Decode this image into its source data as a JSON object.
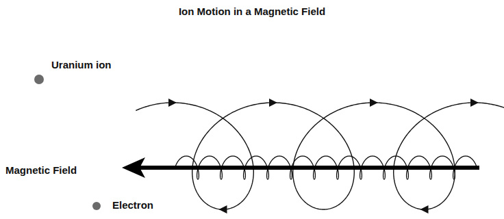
{
  "diagram": {
    "title": "Ion Motion in a Magnetic Field",
    "labels": [
      "Uranium ion",
      "Magnetic Field",
      "Electron"
    ]
  }
}
